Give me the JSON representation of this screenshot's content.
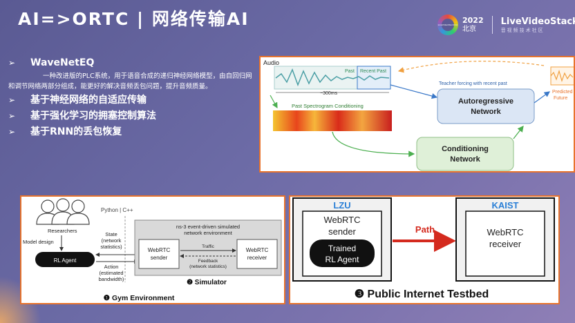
{
  "header": {
    "title": "AI=>ORTC | 网络传输AI",
    "logo_year": "2022",
    "logo_city": "北京",
    "brand": "LiveVideoStack",
    "brand_sub": "音视频技术社区",
    "badge_text": "LiveVideoStackCon"
  },
  "bullets": [
    {
      "label": "WaveNetEQ",
      "desc": "一种改进版的PLC系统，用于语音合成的递归神经网络模型，由自回归网和调节网络两部分组成，能更好的解决音频丢包问题，提升音频质量。"
    },
    {
      "label": "基于神经网络的自适应传输"
    },
    {
      "label": "基于强化学习的拥塞控制算法"
    },
    {
      "label": "基于RNN的丢包恢复"
    }
  ],
  "bullet_glyph": "➢",
  "audio_diagram": {
    "audio_label": "Audio",
    "past_label": "Past",
    "recent_past_label": "Recent Past",
    "duration_label": "~300ms",
    "spectrogram_label": "Past Spectrogram Conditioning",
    "teacher_label": "Teacher forcing with recent past",
    "autoregressive_line1": "Autoregressive",
    "autoregressive_line2": "Network",
    "conditioning_line1": "Conditioning",
    "conditioning_line2": "Network",
    "predicted_line1": "Predicted",
    "predicted_line2": "Future"
  },
  "gym_diagram": {
    "researchers": "Researchers",
    "model_design": "Model design",
    "rl_agent": "RL Agent",
    "python_cpp": "Python | C++",
    "ns3_line1": "ns-3 event-driven simulated",
    "ns3_line2": "network environment",
    "webrtc_sender_line1": "WebRTC",
    "webrtc_sender_line2": "sender",
    "webrtc_receiver_line1": "WebRTC",
    "webrtc_receiver_line2": "receiver",
    "traffic": "Traffic",
    "feedback_line1": "Feedback",
    "feedback_line2": "(network statistics)",
    "state_line1": "State",
    "state_line2": "(network",
    "state_line3": "statistics)",
    "action_line1": "Action",
    "action_line2": "(estimated",
    "action_line3": "bandwidth)",
    "simulator": "❷ Simulator",
    "gym_env": "❶ Gym Environment"
  },
  "testbed_diagram": {
    "lzu": "LZU",
    "kaist": "KAIST",
    "sender_line1": "WebRTC",
    "sender_line2": "sender",
    "trained_line1": "Trained",
    "trained_line2": "RL Agent",
    "path": "Path",
    "receiver_line1": "WebRTC",
    "receiver_line2": "receiver",
    "caption": "❸ Public Internet Testbed"
  },
  "colors": {
    "accent_orange": "#e8732c",
    "box_blue_bg": "#dbe6f5",
    "box_green_bg": "#dff0d8",
    "lzu_blue": "#2a7fd6",
    "path_red": "#d42a1e"
  }
}
